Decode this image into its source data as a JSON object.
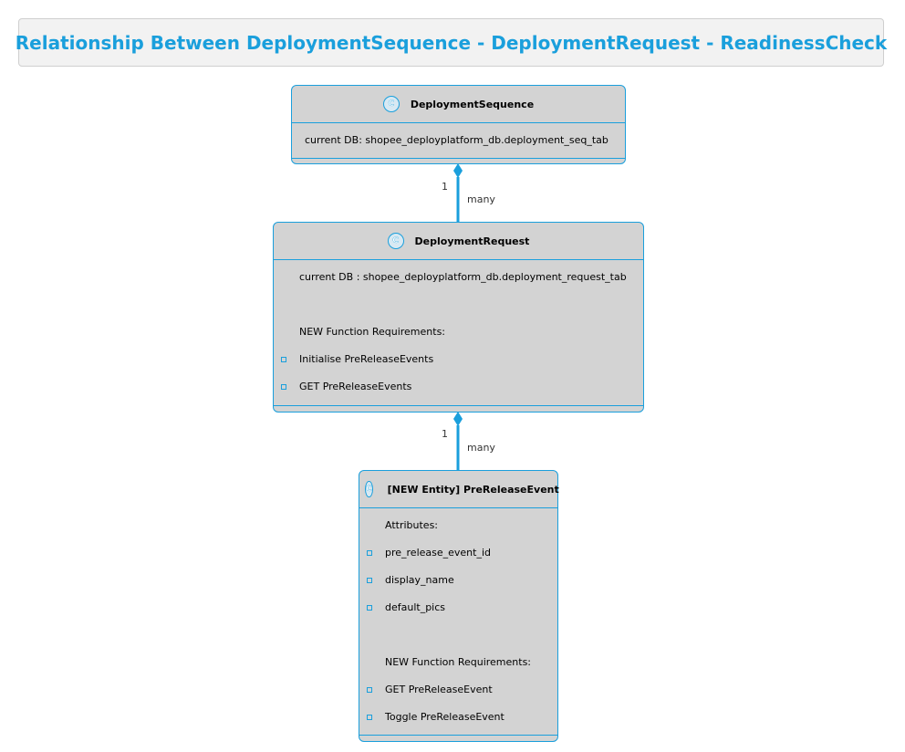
{
  "title": "Relationship Between DeploymentSequence - DeploymentRequest - ReadinessCheck",
  "colors": {
    "accent": "#1a9fdc",
    "box_fill": "#d3d3d3",
    "title_fill": "#f2f2f2"
  },
  "classes": {
    "deployment_sequence": {
      "stereotype": "C",
      "name": "DeploymentSequence",
      "lines": [
        "current DB: shopee_deployplatform_db.deployment_seq_tab"
      ]
    },
    "deployment_request": {
      "stereotype": "C",
      "name": "DeploymentRequest",
      "lines": [
        "current DB : shopee_deployplatform_db.deployment_request_tab",
        "NEW Function Requirements:",
        "Initialise PreReleaseEvents",
        "GET PreReleaseEvents"
      ]
    },
    "pre_release_event": {
      "stereotype": "C",
      "name": "[NEW Entity] PreReleaseEvent",
      "lines": [
        "Attributes:",
        "pre_release_event_id",
        "display_name",
        "default_pics",
        "NEW Function Requirements:",
        "GET PreReleaseEvent",
        "Toggle PreReleaseEvent"
      ]
    }
  },
  "relations": [
    {
      "from": "DeploymentSequence",
      "to": "DeploymentRequest",
      "kind": "composition",
      "from_mult": "1",
      "to_mult": "many"
    },
    {
      "from": "DeploymentRequest",
      "to": "[NEW Entity] PreReleaseEvent",
      "kind": "composition",
      "from_mult": "1",
      "to_mult": "many"
    }
  ]
}
